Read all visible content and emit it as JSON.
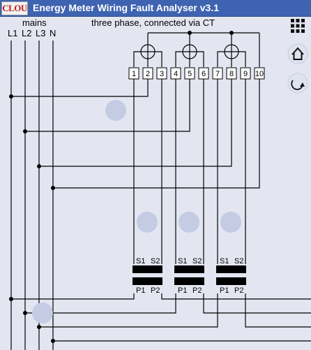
{
  "app": {
    "logo_text": "CLOU",
    "title": "Energy Meter Wiring Fault Analyser v3.1"
  },
  "header": {
    "mains_label": "mains",
    "config_text": "three phase, connected via CT",
    "lines": [
      "L1",
      "L2",
      "L3",
      "N"
    ]
  },
  "meter": {
    "terminals": [
      "1",
      "2",
      "3",
      "4",
      "5",
      "6",
      "7",
      "8",
      "9",
      "10"
    ]
  },
  "transformers": [
    {
      "secondary": [
        "S1",
        "S2"
      ],
      "primary": [
        "P1",
        "P2"
      ]
    },
    {
      "secondary": [
        "S1",
        "S2"
      ],
      "primary": [
        "P1",
        "P2"
      ]
    },
    {
      "secondary": [
        "S1",
        "S2"
      ],
      "primary": [
        "P1",
        "P2"
      ]
    }
  ],
  "sidebar": {
    "buttons": [
      {
        "name": "grid-menu-button",
        "icon": "grid-icon"
      },
      {
        "name": "home-button",
        "icon": "home-icon"
      },
      {
        "name": "reset-button",
        "icon": "rotate-arrow-icon"
      }
    ]
  },
  "colors": {
    "title_bar": "#3e63b0",
    "background": "#e3e6f1",
    "wire": "#000000",
    "hotspot": "#c5cbe3"
  }
}
